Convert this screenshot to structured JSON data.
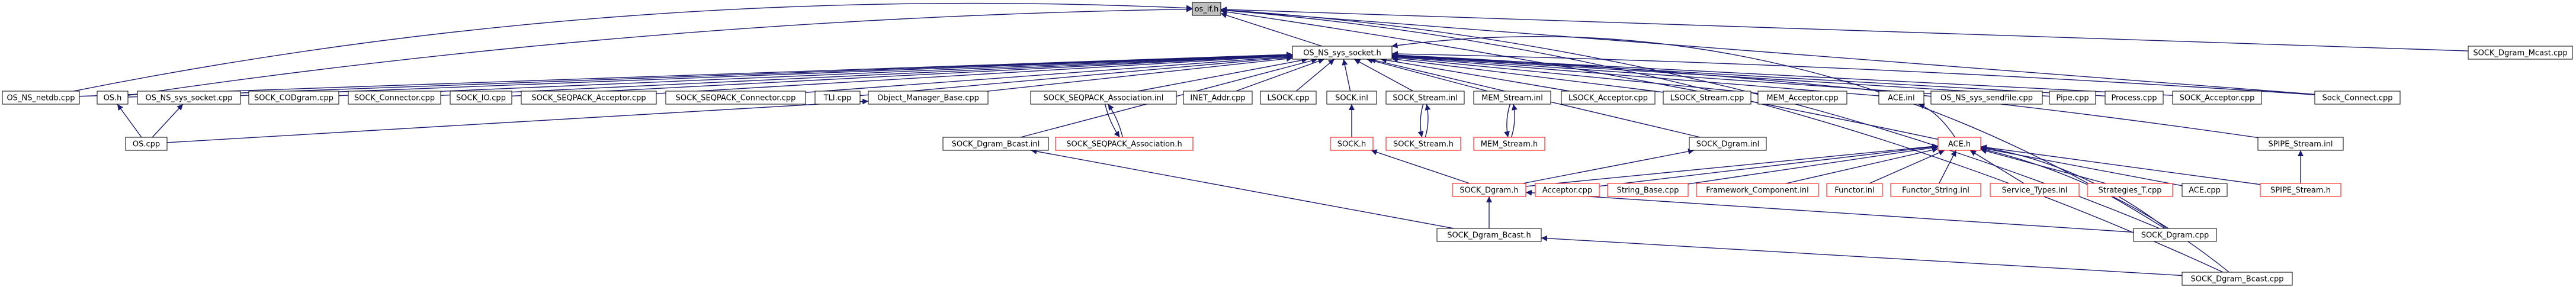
{
  "nodes": [
    {
      "id": "os_if",
      "label": "os_if.h",
      "style": "root"
    },
    {
      "id": "sys_socket",
      "label": "OS_NS_sys_socket.h",
      "style": "black"
    },
    {
      "id": "sock_dgram_mcast_cpp",
      "label": "SOCK_Dgram_Mcast.cpp",
      "style": "black"
    },
    {
      "id": "os_ns_netdb_cpp",
      "label": "OS_NS_netdb.cpp",
      "style": "black"
    },
    {
      "id": "os_h",
      "label": "OS.h",
      "style": "black"
    },
    {
      "id": "os_ns_sys_socket_cpp",
      "label": "OS_NS_sys_socket.cpp",
      "style": "black"
    },
    {
      "id": "sock_codgram_cpp",
      "label": "SOCK_CODgram.cpp",
      "style": "black"
    },
    {
      "id": "sock_connector_cpp",
      "label": "SOCK_Connector.cpp",
      "style": "black"
    },
    {
      "id": "sock_io_cpp",
      "label": "SOCK_IO.cpp",
      "style": "black"
    },
    {
      "id": "sock_seqpack_acceptor_cpp",
      "label": "SOCK_SEQPACK_Acceptor.cpp",
      "style": "black"
    },
    {
      "id": "sock_seqpack_connector_cpp",
      "label": "SOCK_SEQPACK_Connector.cpp",
      "style": "black"
    },
    {
      "id": "tli_cpp",
      "label": "TLI.cpp",
      "style": "black"
    },
    {
      "id": "object_manager_base_cpp",
      "label": "Object_Manager_Base.cpp",
      "style": "black"
    },
    {
      "id": "sock_seqpack_association_inl",
      "label": "SOCK_SEQPACK_Association.inl",
      "style": "black"
    },
    {
      "id": "inet_addr_cpp",
      "label": "INET_Addr.cpp",
      "style": "black"
    },
    {
      "id": "lsock_cpp",
      "label": "LSOCK.cpp",
      "style": "black"
    },
    {
      "id": "sock_inl",
      "label": "SOCK.inl",
      "style": "black"
    },
    {
      "id": "sock_stream_inl",
      "label": "SOCK_Stream.inl",
      "style": "black"
    },
    {
      "id": "mem_stream_inl",
      "label": "MEM_Stream.inl",
      "style": "black"
    },
    {
      "id": "lsock_acceptor_cpp",
      "label": "LSOCK_Acceptor.cpp",
      "style": "black"
    },
    {
      "id": "lsock_stream_cpp",
      "label": "LSOCK_Stream.cpp",
      "style": "black"
    },
    {
      "id": "mem_acceptor_cpp",
      "label": "MEM_Acceptor.cpp",
      "style": "black"
    },
    {
      "id": "ace_inl",
      "label": "ACE.inl",
      "style": "black"
    },
    {
      "id": "os_ns_sys_sendfile_cpp",
      "label": "OS_NS_sys_sendfile.cpp",
      "style": "black"
    },
    {
      "id": "pipe_cpp",
      "label": "Pipe.cpp",
      "style": "black"
    },
    {
      "id": "process_cpp",
      "label": "Process.cpp",
      "style": "black"
    },
    {
      "id": "sock_acceptor_cpp",
      "label": "SOCK_Acceptor.cpp",
      "style": "black"
    },
    {
      "id": "sock_connect_cpp",
      "label": "Sock_Connect.cpp",
      "style": "black"
    },
    {
      "id": "os_cpp",
      "label": "OS.cpp",
      "style": "black"
    },
    {
      "id": "sock_dgram_bcast_inl",
      "label": "SOCK_Dgram_Bcast.inl",
      "style": "black"
    },
    {
      "id": "sock_seqpack_association_h",
      "label": "SOCK_SEQPACK_Association.h",
      "style": "red"
    },
    {
      "id": "sock_h",
      "label": "SOCK.h",
      "style": "red"
    },
    {
      "id": "sock_stream_h",
      "label": "SOCK_Stream.h",
      "style": "red"
    },
    {
      "id": "mem_stream_h",
      "label": "MEM_Stream.h",
      "style": "red"
    },
    {
      "id": "sock_dgram_inl",
      "label": "SOCK_Dgram.inl",
      "style": "black"
    },
    {
      "id": "ace_h",
      "label": "ACE.h",
      "style": "red"
    },
    {
      "id": "spipe_stream_inl",
      "label": "SPIPE_Stream.inl",
      "style": "black"
    },
    {
      "id": "sock_dgram_h",
      "label": "SOCK_Dgram.h",
      "style": "red"
    },
    {
      "id": "acceptor_cpp",
      "label": "Acceptor.cpp",
      "style": "red"
    },
    {
      "id": "string_base_cpp",
      "label": "String_Base.cpp",
      "style": "red"
    },
    {
      "id": "framework_component_inl",
      "label": "Framework_Component.inl",
      "style": "red"
    },
    {
      "id": "functor_inl",
      "label": "Functor.inl",
      "style": "red"
    },
    {
      "id": "functor_string_inl",
      "label": "Functor_String.inl",
      "style": "red"
    },
    {
      "id": "service_types_inl",
      "label": "Service_Types.inl",
      "style": "red"
    },
    {
      "id": "strategies_t_cpp",
      "label": "Strategies_T.cpp",
      "style": "red"
    },
    {
      "id": "ace_cpp",
      "label": "ACE.cpp",
      "style": "black"
    },
    {
      "id": "spipe_stream_h",
      "label": "SPIPE_Stream.h",
      "style": "red"
    },
    {
      "id": "sock_dgram_bcast_h",
      "label": "SOCK_Dgram_Bcast.h",
      "style": "black"
    },
    {
      "id": "sock_dgram_cpp",
      "label": "SOCK_Dgram.cpp",
      "style": "black"
    },
    {
      "id": "sock_dgram_bcast_cpp",
      "label": "SOCK_Dgram_Bcast.cpp",
      "style": "black"
    }
  ],
  "edges": [
    {
      "from": "sys_socket",
      "to": "os_if"
    },
    {
      "from": "sock_dgram_mcast_cpp",
      "to": "os_if"
    },
    {
      "from": "sock_connect_cpp",
      "to": "os_if"
    },
    {
      "from": "ace_h",
      "to": "os_if"
    },
    {
      "from": "sock_dgram_cpp",
      "to": "os_if"
    },
    {
      "from": "sock_dgram_bcast_cpp",
      "to": "os_if"
    },
    {
      "from": "os_ns_netdb_cpp",
      "to": "os_if"
    },
    {
      "from": "os_h",
      "to": "os_if"
    },
    {
      "from": "os_ns_netdb_cpp",
      "to": "sys_socket"
    },
    {
      "from": "os_h",
      "to": "sys_socket"
    },
    {
      "from": "os_ns_sys_socket_cpp",
      "to": "sys_socket"
    },
    {
      "from": "sock_codgram_cpp",
      "to": "sys_socket"
    },
    {
      "from": "sock_connector_cpp",
      "to": "sys_socket"
    },
    {
      "from": "sock_io_cpp",
      "to": "sys_socket"
    },
    {
      "from": "sock_seqpack_acceptor_cpp",
      "to": "sys_socket"
    },
    {
      "from": "sock_seqpack_connector_cpp",
      "to": "sys_socket"
    },
    {
      "from": "tli_cpp",
      "to": "sys_socket"
    },
    {
      "from": "object_manager_base_cpp",
      "to": "sys_socket"
    },
    {
      "from": "sock_seqpack_association_inl",
      "to": "sys_socket"
    },
    {
      "from": "inet_addr_cpp",
      "to": "sys_socket"
    },
    {
      "from": "lsock_cpp",
      "to": "sys_socket"
    },
    {
      "from": "sock_inl",
      "to": "sys_socket"
    },
    {
      "from": "sock_stream_inl",
      "to": "sys_socket"
    },
    {
      "from": "mem_stream_inl",
      "to": "sys_socket"
    },
    {
      "from": "lsock_acceptor_cpp",
      "to": "sys_socket"
    },
    {
      "from": "lsock_stream_cpp",
      "to": "sys_socket"
    },
    {
      "from": "mem_acceptor_cpp",
      "to": "sys_socket"
    },
    {
      "from": "ace_inl",
      "to": "sys_socket"
    },
    {
      "from": "os_ns_sys_sendfile_cpp",
      "to": "sys_socket"
    },
    {
      "from": "pipe_cpp",
      "to": "sys_socket"
    },
    {
      "from": "process_cpp",
      "to": "sys_socket"
    },
    {
      "from": "sock_acceptor_cpp",
      "to": "sys_socket"
    },
    {
      "from": "sock_connect_cpp",
      "to": "sys_socket"
    },
    {
      "from": "spipe_stream_inl",
      "to": "sys_socket"
    },
    {
      "from": "sock_dgram_bcast_inl",
      "to": "sys_socket"
    },
    {
      "from": "sock_dgram_inl",
      "to": "sys_socket"
    },
    {
      "from": "sock_dgram_cpp",
      "to": "sys_socket"
    },
    {
      "from": "os_cpp",
      "to": "os_h"
    },
    {
      "from": "os_cpp",
      "to": "os_ns_sys_socket_cpp"
    },
    {
      "from": "os_cpp",
      "to": "object_manager_base_cpp"
    },
    {
      "from": "sock_seqpack_association_h",
      "to": "sock_seqpack_association_inl"
    },
    {
      "from": "sock_seqpack_association_inl",
      "to": "sock_seqpack_association_h"
    },
    {
      "from": "sock_h",
      "to": "sock_inl"
    },
    {
      "from": "sock_stream_h",
      "to": "sock_stream_inl"
    },
    {
      "from": "sock_stream_inl",
      "to": "sock_stream_h"
    },
    {
      "from": "mem_stream_h",
      "to": "mem_stream_inl"
    },
    {
      "from": "mem_stream_inl",
      "to": "mem_stream_h"
    },
    {
      "from": "ace_h",
      "to": "ace_inl"
    },
    {
      "from": "sock_dgram_h",
      "to": "sock_h"
    },
    {
      "from": "sock_dgram_h",
      "to": "sock_dgram_inl"
    },
    {
      "from": "sock_dgram_h",
      "to": "ace_h"
    },
    {
      "from": "acceptor_cpp",
      "to": "ace_h"
    },
    {
      "from": "string_base_cpp",
      "to": "ace_h"
    },
    {
      "from": "framework_component_inl",
      "to": "ace_h"
    },
    {
      "from": "functor_inl",
      "to": "ace_h"
    },
    {
      "from": "functor_string_inl",
      "to": "ace_h"
    },
    {
      "from": "service_types_inl",
      "to": "ace_h"
    },
    {
      "from": "strategies_t_cpp",
      "to": "ace_h"
    },
    {
      "from": "ace_cpp",
      "to": "ace_h"
    },
    {
      "from": "spipe_stream_h",
      "to": "ace_h"
    },
    {
      "from": "sock_dgram_cpp",
      "to": "ace_h"
    },
    {
      "from": "sock_dgram_bcast_cpp",
      "to": "ace_h"
    },
    {
      "from": "spipe_stream_h",
      "to": "spipe_stream_inl"
    },
    {
      "from": "sock_dgram_bcast_h",
      "to": "sock_dgram_h"
    },
    {
      "from": "sock_dgram_bcast_h",
      "to": "sock_dgram_bcast_inl"
    },
    {
      "from": "sock_dgram_cpp",
      "to": "sock_dgram_h"
    },
    {
      "from": "sock_dgram_bcast_cpp",
      "to": "sock_dgram_bcast_h"
    }
  ],
  "colors": {
    "black_border": "#000000",
    "red_border": "#ff0000",
    "root_fill": "#bfbfbf",
    "edge": "#191970",
    "text": "#000000"
  }
}
